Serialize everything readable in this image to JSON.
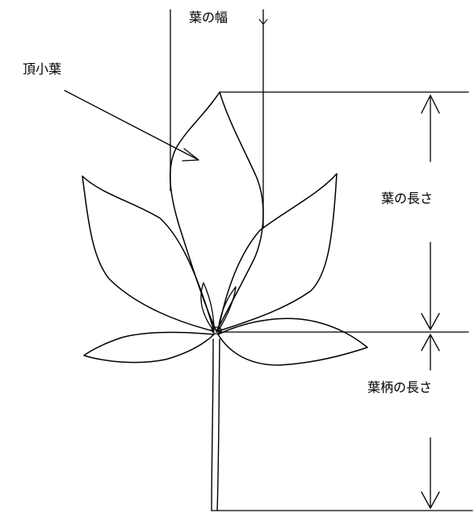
{
  "labels": {
    "leaf_width": "葉の幅",
    "terminal_leaflet": "頂小葉",
    "leaf_length": "葉の長さ",
    "petiole_length": "葉柄の長さ"
  }
}
